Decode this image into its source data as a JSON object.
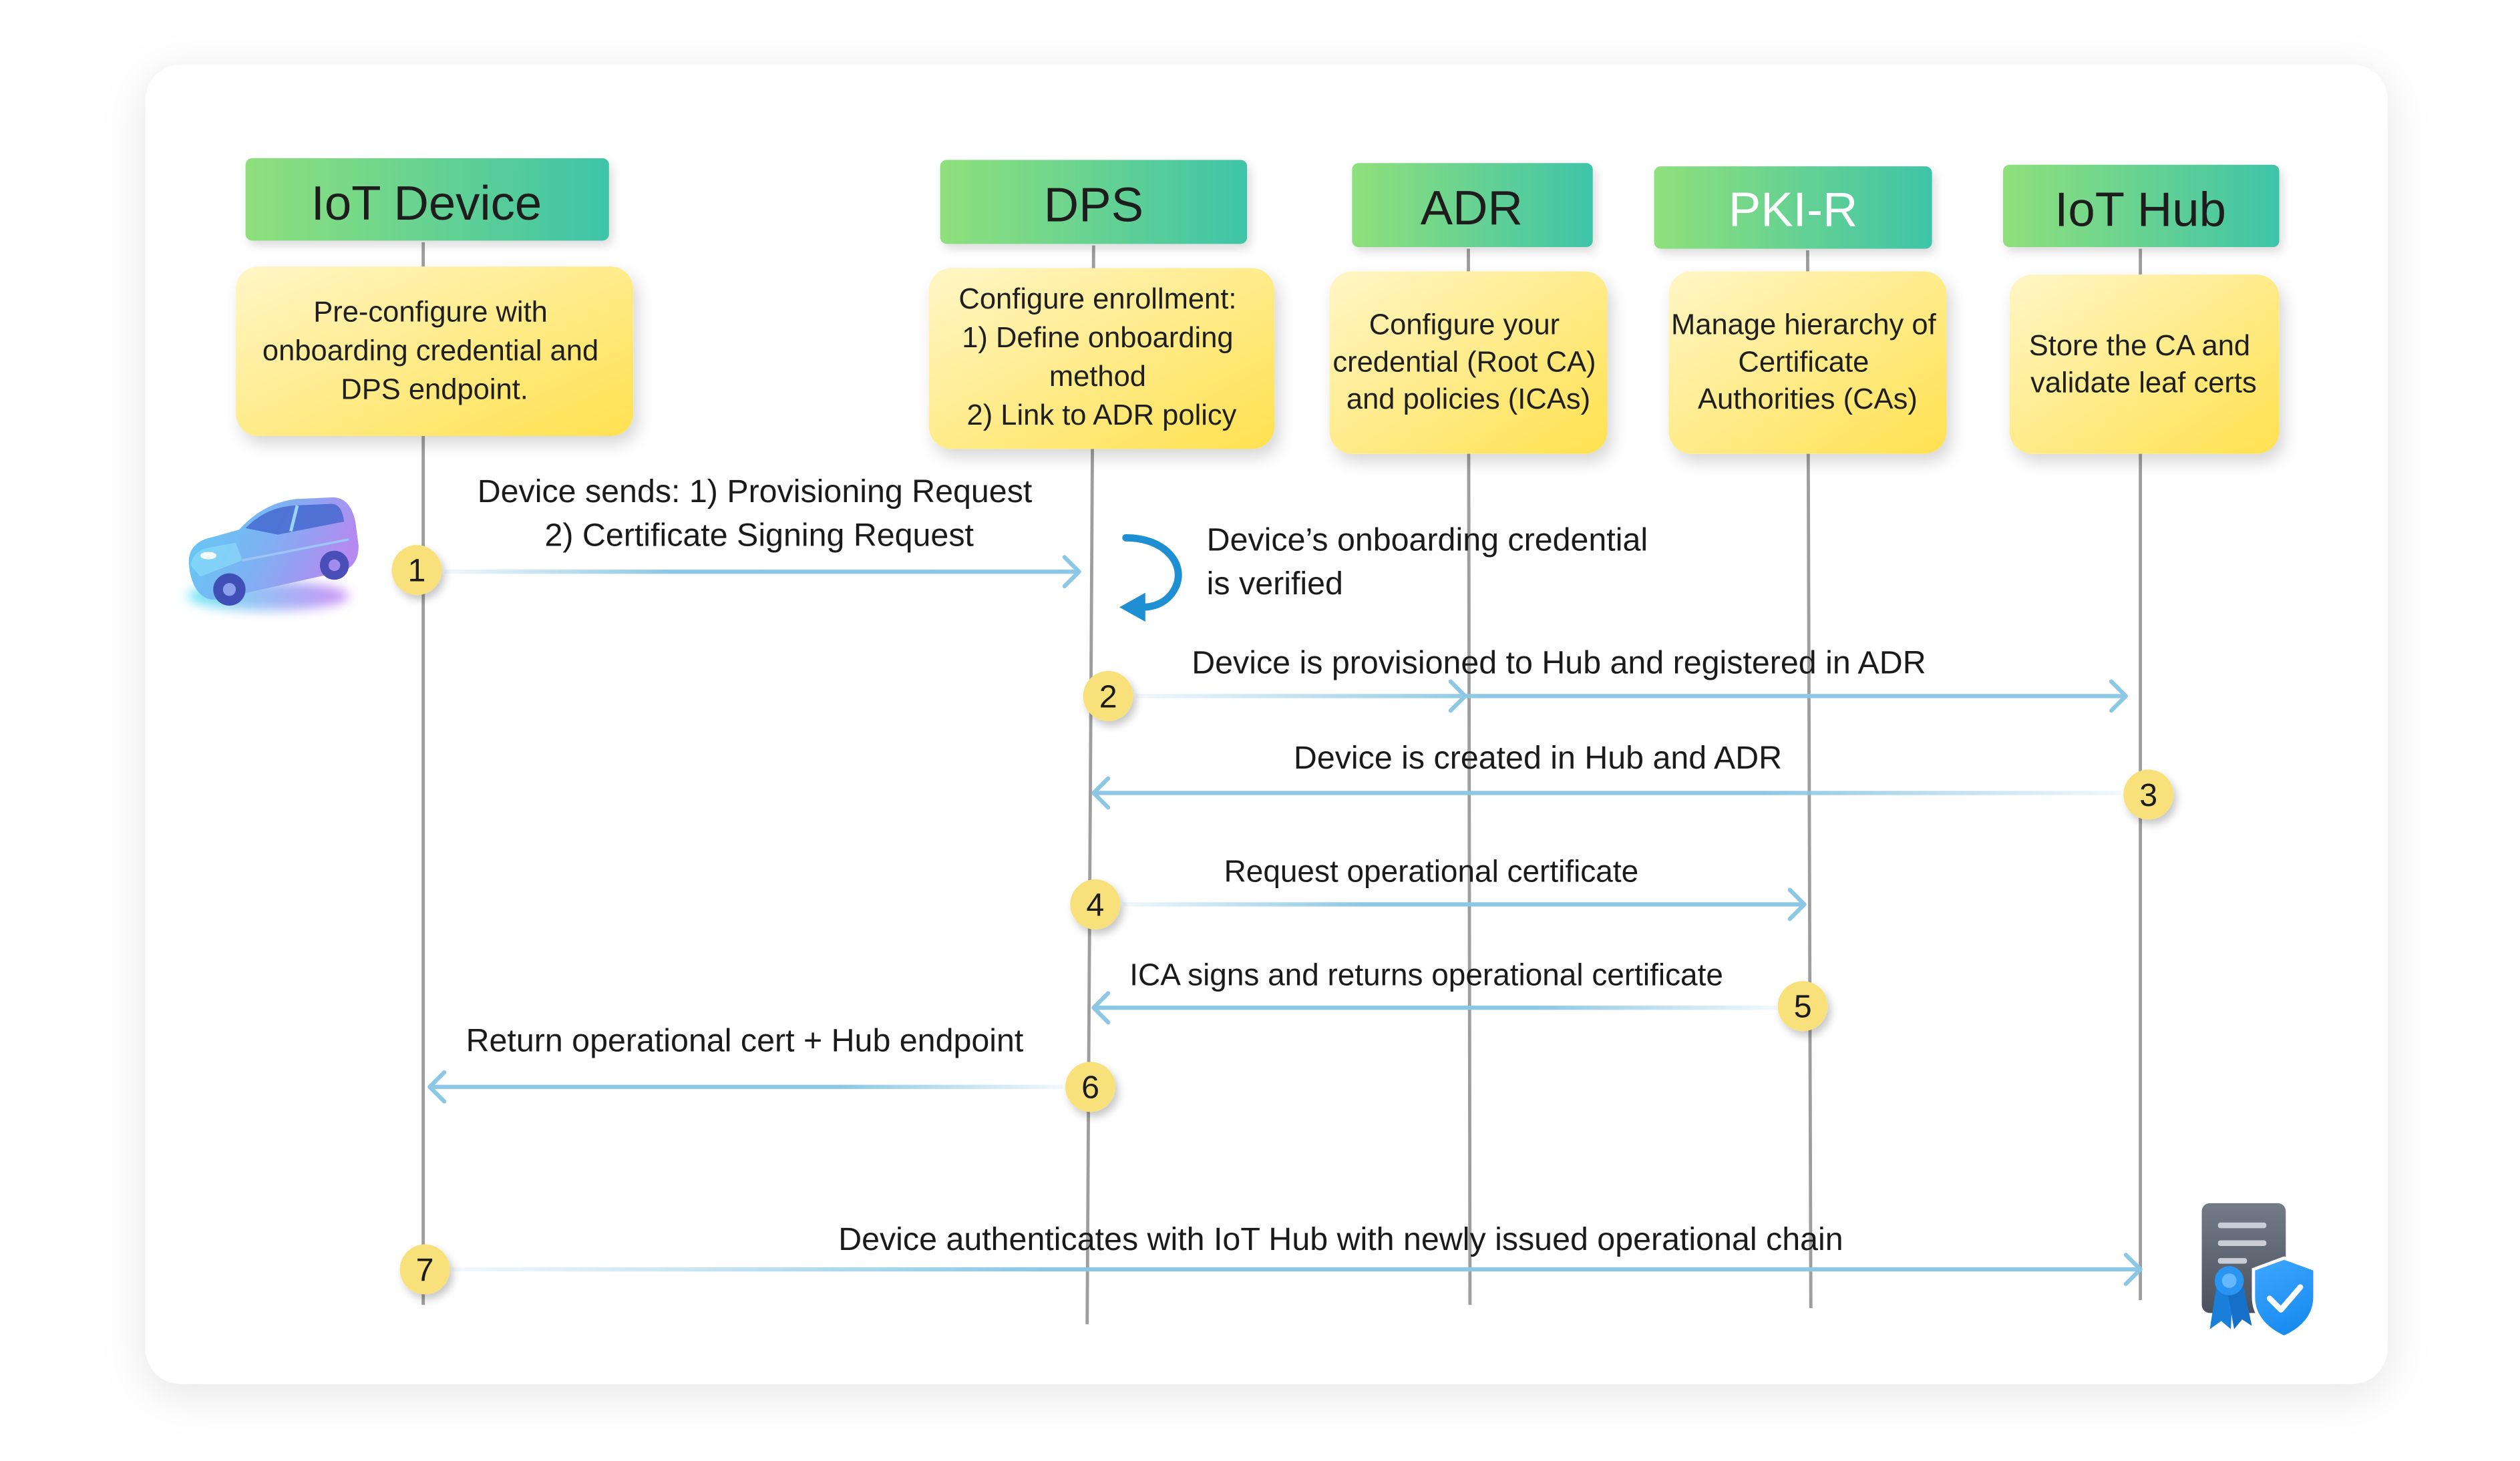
{
  "participants": [
    {
      "label": "IoT Device"
    },
    {
      "label": "DPS"
    },
    {
      "label": "ADR"
    },
    {
      "label": "PKI-R"
    },
    {
      "label": "IoT Hub"
    }
  ],
  "notes": [
    {
      "lines": [
        "Pre-configure with",
        "onboarding credential and",
        "DPS endpoint."
      ]
    },
    {
      "lines": [
        "Configure enrollment:",
        "1) Define onboarding",
        "method",
        "2) Link to ADR policy"
      ]
    },
    {
      "lines": [
        "Configure your",
        "credential (Root CA)",
        "and policies (ICAs)"
      ]
    },
    {
      "lines": [
        "Manage hierarchy of",
        "Certificate",
        "Authorities (CAs)"
      ]
    },
    {
      "lines": [
        "Store the CA and",
        "validate leaf certs"
      ]
    }
  ],
  "verification_note": {
    "lines": [
      "Device’s onboarding credential",
      "is verified"
    ]
  },
  "messages": [
    {
      "step": "1",
      "lines": [
        "Device sends: 1) Provisioning Request",
        "2) Certificate Signing Request"
      ]
    },
    {
      "step": "2",
      "label": "Device is provisioned to Hub and registered in ADR"
    },
    {
      "step": "3",
      "label": "Device is created in Hub and ADR"
    },
    {
      "step": "4",
      "label": "Request operational certificate"
    },
    {
      "step": "5",
      "label": "ICA signs and returns operational certificate"
    },
    {
      "step": "6",
      "label": "Return operational cert + Hub endpoint"
    },
    {
      "step": "7",
      "label": "Device authenticates with IoT Hub with newly issued operational chain"
    }
  ],
  "icons": {
    "device": "car-icon",
    "verification": "refresh-arrow-icon",
    "credential": "certificate-icon"
  },
  "colors": {
    "header_gradient_start": "#8fe07b",
    "header_gradient_end": "#3ec4a8",
    "note_gradient_start": "#fff6c6",
    "note_gradient_end": "#ffe14f",
    "arrow": "#8cc8e5",
    "badge": "#f8e07a",
    "lifeline": "#9e9e9e",
    "verify_arrow": "#1f8fd3",
    "shield": "#1a8cf0"
  }
}
